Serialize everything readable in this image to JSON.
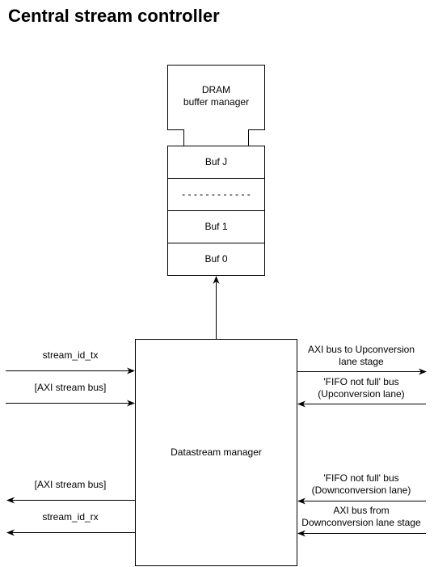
{
  "title": "Central stream controller",
  "dram_manager": {
    "line1": "DRAM",
    "line2": "buffer manager"
  },
  "buffers": [
    "Buf J",
    "- - - - - - - - - - - -",
    "Buf 1",
    "Buf 0"
  ],
  "datastream_manager": "Datastream manager",
  "inputs_left": [
    "stream_id_tx",
    "[AXI stream bus]"
  ],
  "outputs_left": [
    "[AXI stream bus]",
    "stream_id_rx"
  ],
  "upconversion": {
    "out_line1": "AXI bus to Upconversion",
    "out_line2": "lane stage",
    "fifo_line1": "'FIFO not full' bus",
    "fifo_line2": "(Upconversion lane)"
  },
  "downconversion": {
    "fifo_line1": "'FIFO not full' bus",
    "fifo_line2": "(Downconversion lane)",
    "in_line1": "AXI bus from",
    "in_line2": "Downconversion lane stage"
  }
}
